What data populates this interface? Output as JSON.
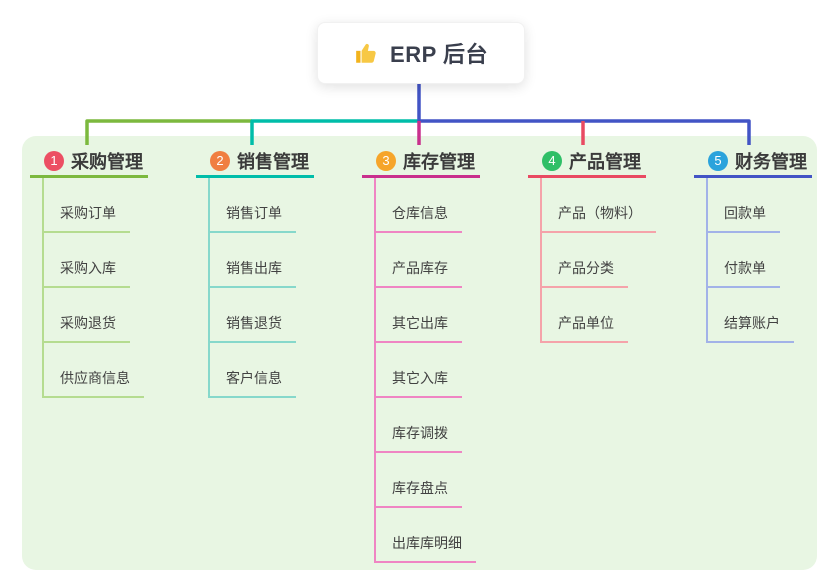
{
  "root": {
    "icon": "thumbs-up",
    "label": "ERP 后台"
  },
  "panel_color": "#e8f6e3",
  "root_connector_color": "#4254c5",
  "branches": [
    {
      "number": "1",
      "title": "采购管理",
      "line_color": "#7cb93e",
      "child_line_color": "#b5dc90",
      "badge_color": "#ec4f63",
      "children": [
        "采购订单",
        "采购入库",
        "采购退货",
        "供应商信息"
      ]
    },
    {
      "number": "2",
      "title": "销售管理",
      "line_color": "#00bda9",
      "child_line_color": "#86d8cb",
      "badge_color": "#f07f41",
      "children": [
        "销售订单",
        "销售出库",
        "销售退货",
        "客户信息"
      ]
    },
    {
      "number": "3",
      "title": "库存管理",
      "line_color": "#c9308d",
      "child_line_color": "#ef85c3",
      "badge_color": "#f6a52a",
      "children": [
        "仓库信息",
        "产品库存",
        "其它出库",
        "其它入库",
        "库存调拨",
        "库存盘点",
        "出库库明细"
      ]
    },
    {
      "number": "4",
      "title": "产品管理",
      "line_color": "#e94a62",
      "child_line_color": "#f5a3aa",
      "badge_color": "#2fbf67",
      "children": [
        "产品（物料）",
        "产品分类",
        "产品单位"
      ]
    },
    {
      "number": "5",
      "title": "财务管理",
      "line_color": "#4254c5",
      "child_line_color": "#a2b2e8",
      "badge_color": "#2ba3dc",
      "children": [
        "回款单",
        "付款单",
        "结算账户"
      ]
    }
  ]
}
